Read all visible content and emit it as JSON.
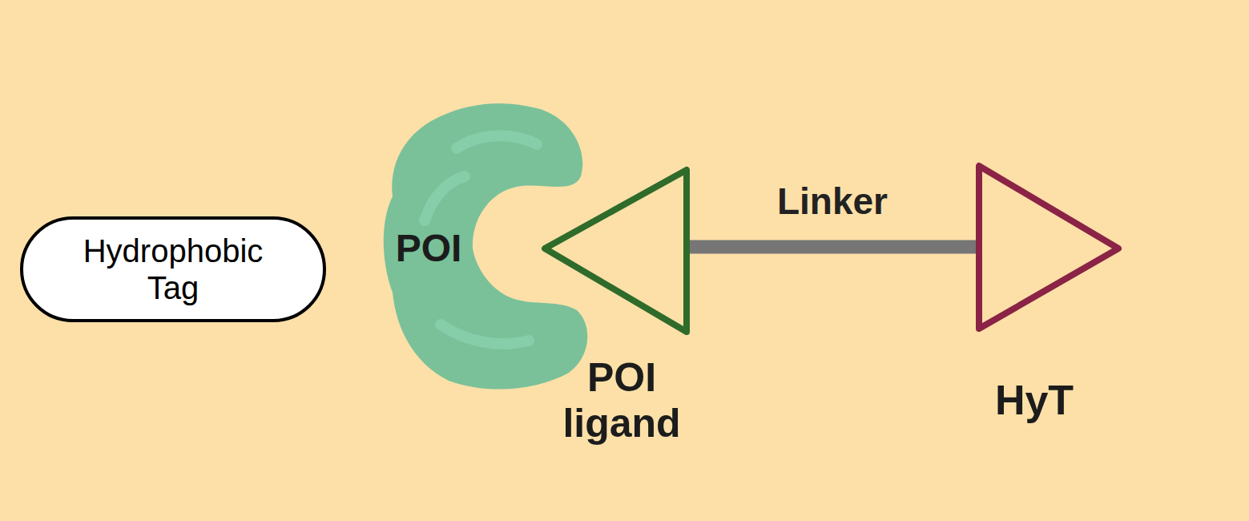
{
  "diagram": {
    "nodes": [
      {
        "text": [
          "Hydrophobic Tag"
        ]
      },
      {
        "text": [
          "POI"
        ]
      },
      {
        "text": [
          "POI ligand"
        ]
      },
      {
        "text": [
          "HyT"
        ]
      }
    ],
    "edges": [
      {
        "from": 2,
        "to": 3,
        "label": "Linker",
        "arrow": "none"
      }
    ]
  }
}
